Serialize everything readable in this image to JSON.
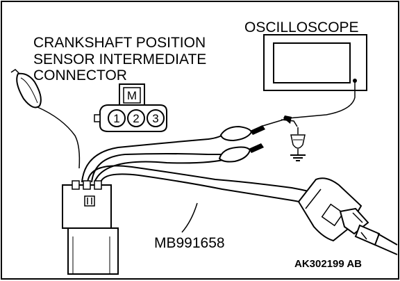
{
  "labels": {
    "sensor_line1": "CRANKSHAFT POSITION",
    "sensor_line2": "SENSOR INTERMEDIATE",
    "sensor_line3": "CONNECTOR",
    "oscilloscope": "OSCILLOSCOPE",
    "harness": "MB991658",
    "figure_code": "AK302199 AB"
  },
  "connector_face": {
    "key_letter": "M",
    "pins": [
      "1",
      "2",
      "3"
    ]
  },
  "colors": {
    "line": "#000000",
    "background": "#ffffff"
  },
  "icons": [
    "alligator-clip-icon",
    "oscilloscope-icon",
    "test-lamp-icon",
    "ground-icon",
    "connector-plug-icon"
  ]
}
